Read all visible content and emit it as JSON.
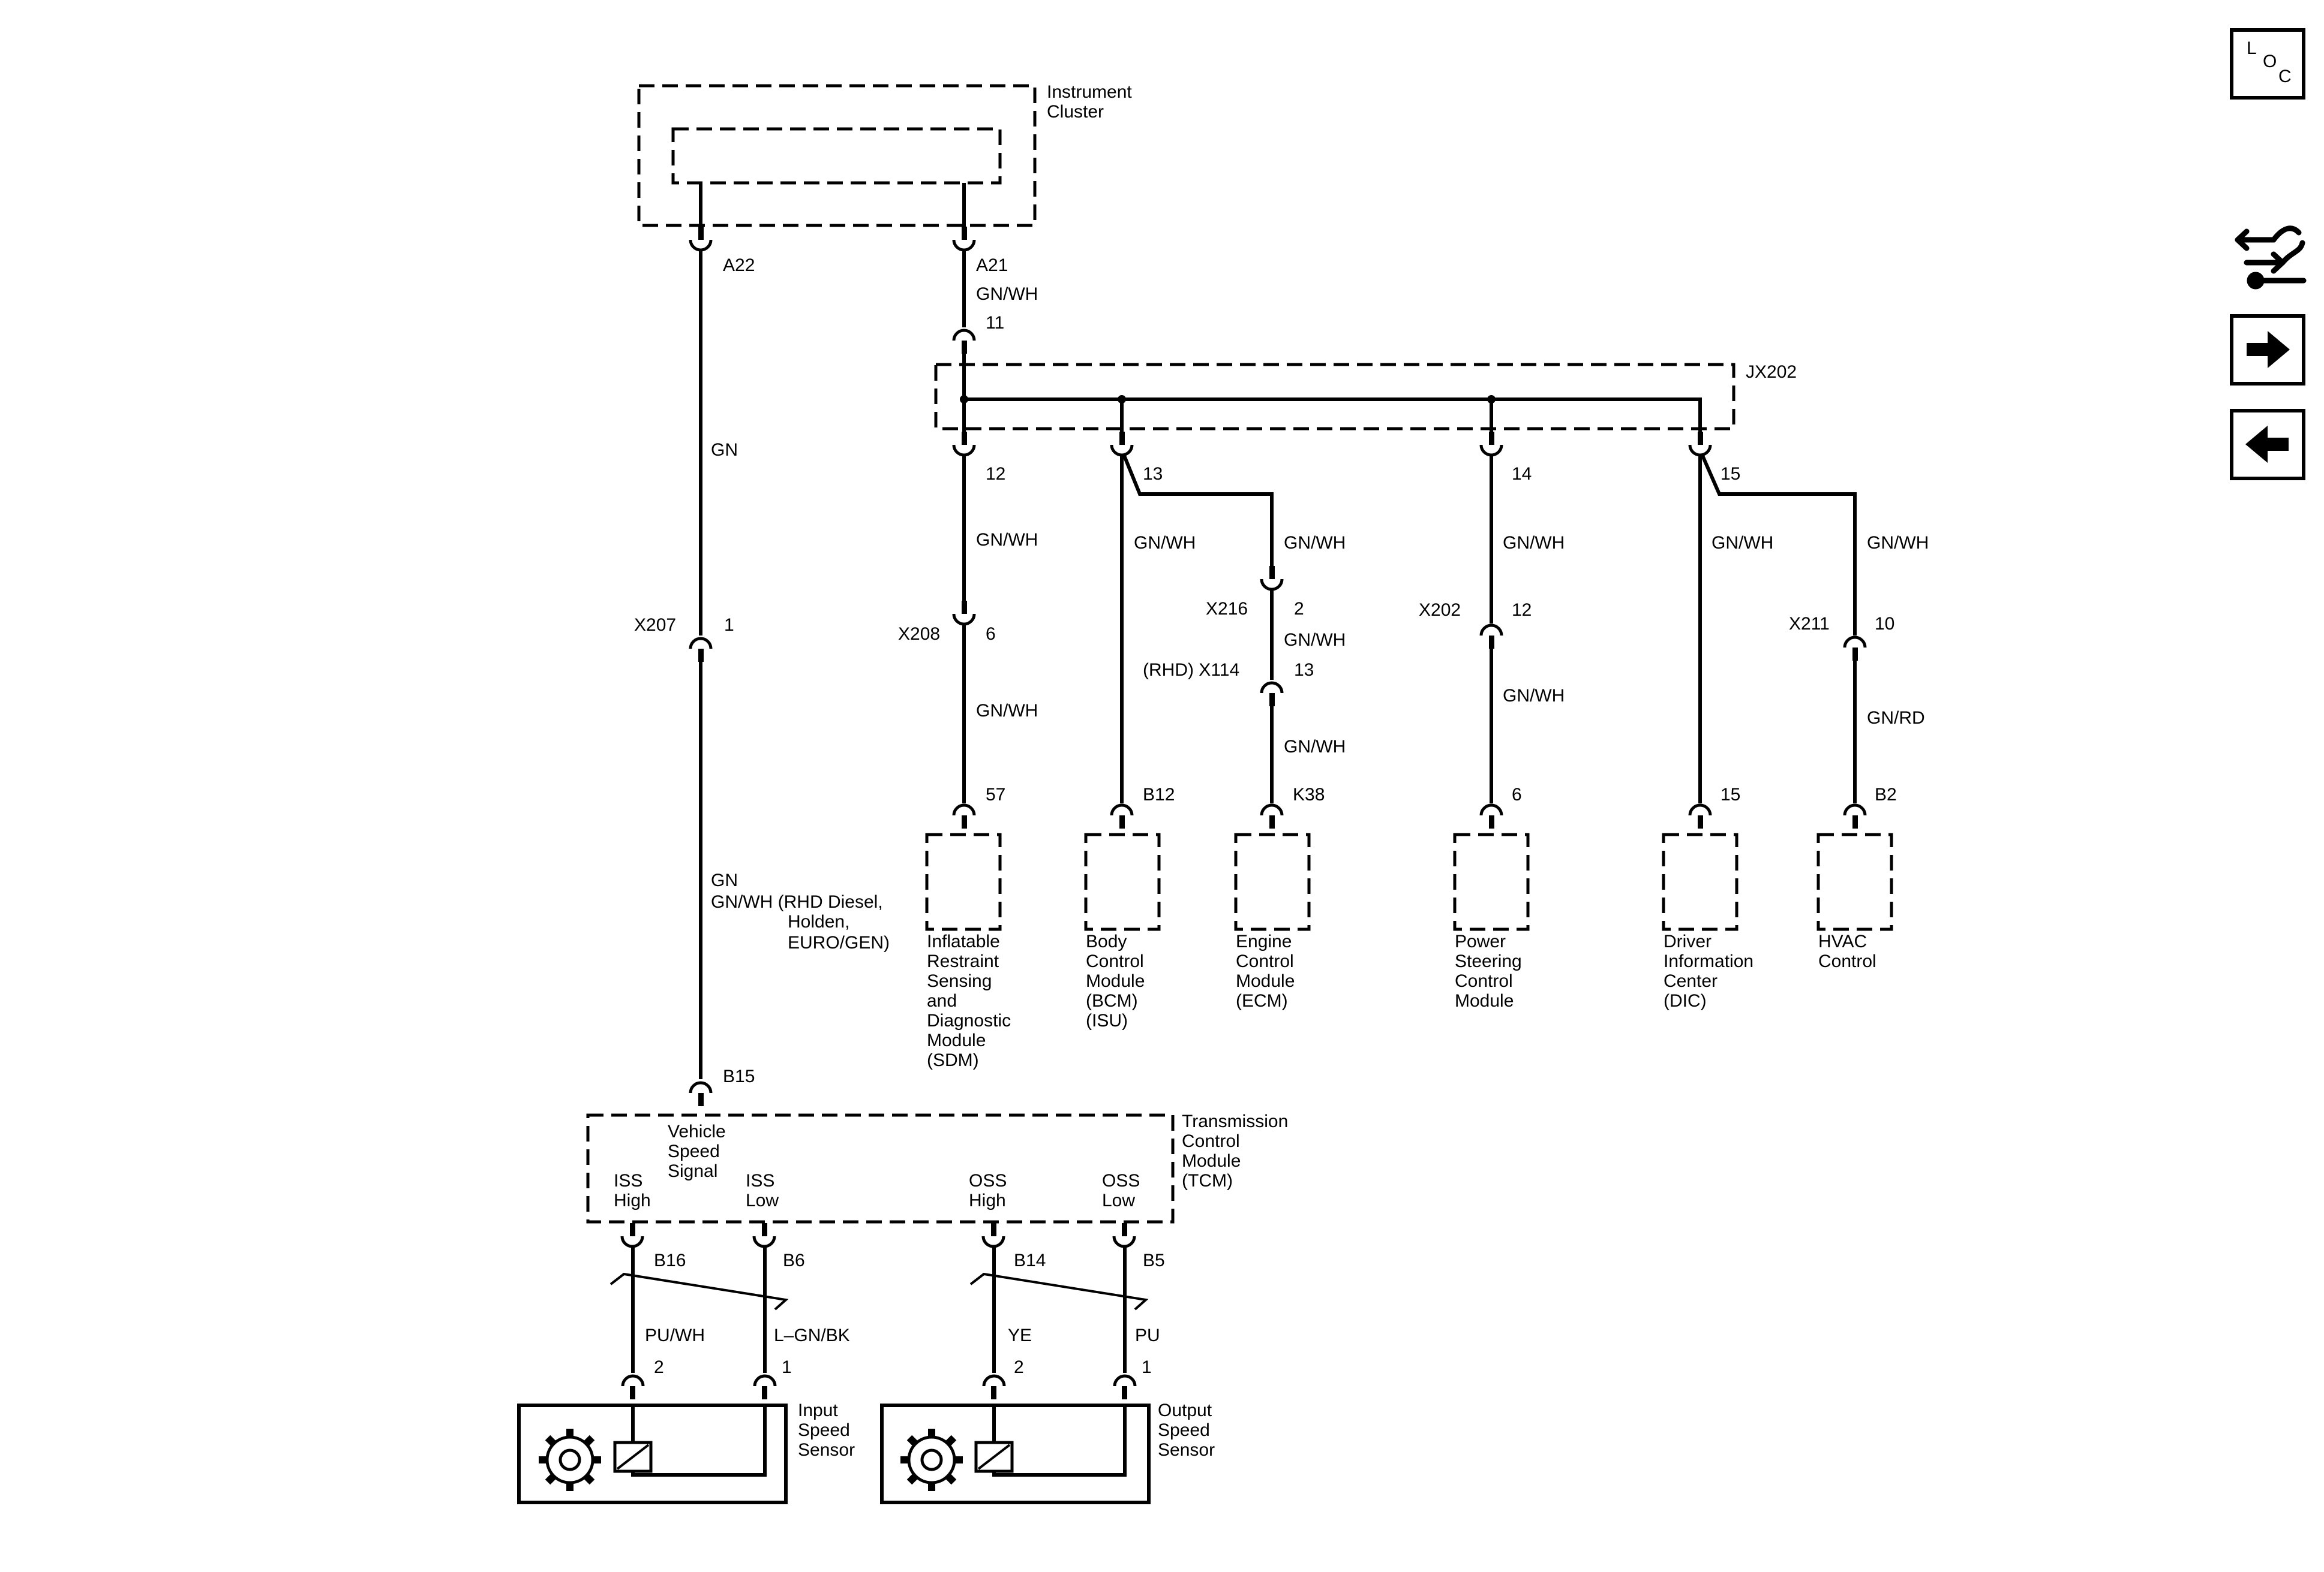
{
  "instrument_cluster": {
    "label_1": "Instrument",
    "label_2": "Cluster",
    "pin_a22": "A22",
    "pin_a21": "A21"
  },
  "wires": {
    "gn": "GN",
    "gn_wh": "GN/WH",
    "gn_rd": "GN/RD",
    "pu_wh": "PU/WH",
    "l_gn_bk": "L–GN/BK",
    "ye": "YE",
    "pu": "PU",
    "vss_variant_1": "GN",
    "vss_variant_2": "GN/WH (RHD Diesel,",
    "vss_variant_3": "Holden,",
    "vss_variant_4": "EURO/GEN)"
  },
  "splice": {
    "name": "JX202",
    "pin_in": "11",
    "pin_12": "12",
    "pin_13": "13",
    "pin_14": "14",
    "pin_15": "15"
  },
  "connectors": {
    "x207": "X207",
    "x207_pin": "1",
    "x208": "X208",
    "x208_pin": "6",
    "x216": "X216",
    "x216_pin": "2",
    "x114": "(RHD) X114",
    "x114_pin": "13",
    "x202": "X202",
    "x202_pin": "12",
    "x211": "X211",
    "x211_pin": "10"
  },
  "modules": {
    "sdm": {
      "pin": "57",
      "lines": [
        "Inflatable",
        "Restraint",
        "Sensing",
        "and",
        "Diagnostic",
        "Module",
        "(SDM)"
      ]
    },
    "bcm": {
      "pin": "B12",
      "lines": [
        "Body",
        "Control",
        "Module",
        "(BCM)",
        "(ISU)"
      ]
    },
    "ecm": {
      "pin": "K38",
      "lines": [
        "Engine",
        "Control",
        "Module",
        "(ECM)"
      ]
    },
    "pscm": {
      "pin": "6",
      "lines": [
        "Power",
        "Steering",
        "Control",
        "Module"
      ]
    },
    "dic": {
      "pin": "15",
      "lines": [
        "Driver",
        "Information",
        "Center",
        "(DIC)"
      ]
    },
    "hvac": {
      "pin": "B2",
      "lines": [
        "HVAC",
        "Control"
      ]
    }
  },
  "tcm": {
    "lines": [
      "Transmission",
      "Control",
      "Module",
      "(TCM)"
    ],
    "pin_b15": "B15",
    "vss_lines": [
      "Vehicle",
      "Speed",
      "Signal"
    ],
    "iss_high": [
      "ISS",
      "High"
    ],
    "iss_low": [
      "ISS",
      "Low"
    ],
    "oss_high": [
      "OSS",
      "High"
    ],
    "oss_low": [
      "OSS",
      "Low"
    ],
    "pin_b16": "B16",
    "pin_b6": "B6",
    "pin_b14": "B14",
    "pin_b5": "B5"
  },
  "sensors": {
    "input": {
      "lines": [
        "Input",
        "Speed",
        "Sensor"
      ],
      "pin_2": "2",
      "pin_1": "1"
    },
    "output": {
      "lines": [
        "Output",
        "Speed",
        "Sensor"
      ],
      "pin_2": "2",
      "pin_1": "1"
    }
  },
  "side_nav": {
    "loc_l": "L",
    "loc_o": "O",
    "loc_c": "C",
    "icons": [
      "component-location-icon",
      "splice-diagram-icon",
      "next-page-arrow-icon",
      "previous-page-arrow-icon"
    ]
  }
}
